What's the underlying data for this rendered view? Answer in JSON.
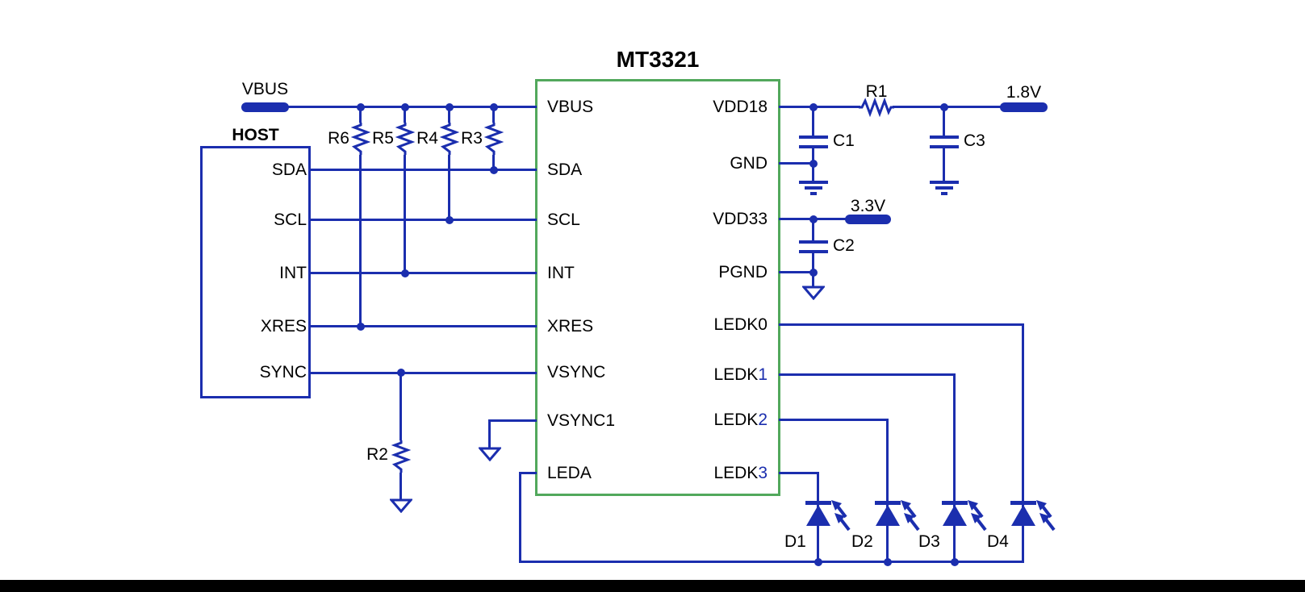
{
  "colors": {
    "wire": "#1B2EAE",
    "ic_border": "#52A85C",
    "text": "#000000",
    "background": "#FFFFFF",
    "bottom_bar": "#000000"
  },
  "ic": {
    "title": "MT3321",
    "left_pins": [
      "VBUS",
      "SDA",
      "SCL",
      "INT",
      "XRES",
      "VSYNC",
      "VSYNC1",
      "LEDA"
    ],
    "right_pins": [
      {
        "base": "VDD18",
        "num": ""
      },
      {
        "base": "GND",
        "num": ""
      },
      {
        "base": "VDD33",
        "num": ""
      },
      {
        "base": "PGND",
        "num": ""
      },
      {
        "base": "LEDK0",
        "num": ""
      },
      {
        "base": "LEDK",
        "num": "1"
      },
      {
        "base": "LEDK",
        "num": "2"
      },
      {
        "base": "LEDK",
        "num": "3"
      }
    ]
  },
  "host": {
    "label": "HOST",
    "pins": [
      "SDA",
      "SCL",
      "INT",
      "XRES",
      "SYNC"
    ]
  },
  "power_rails": {
    "vbus": "VBUS",
    "rail_1v8": "1.8V",
    "rail_3v3": "3.3V"
  },
  "resistors": {
    "r1": "R1",
    "r2": "R2",
    "r3": "R3",
    "r4": "R4",
    "r5": "R5",
    "r6": "R6"
  },
  "capacitors": {
    "c1": "C1",
    "c2": "C2",
    "c3": "C3"
  },
  "leds": {
    "d1": "D1",
    "d2": "D2",
    "d3": "D3",
    "d4": "D4"
  }
}
